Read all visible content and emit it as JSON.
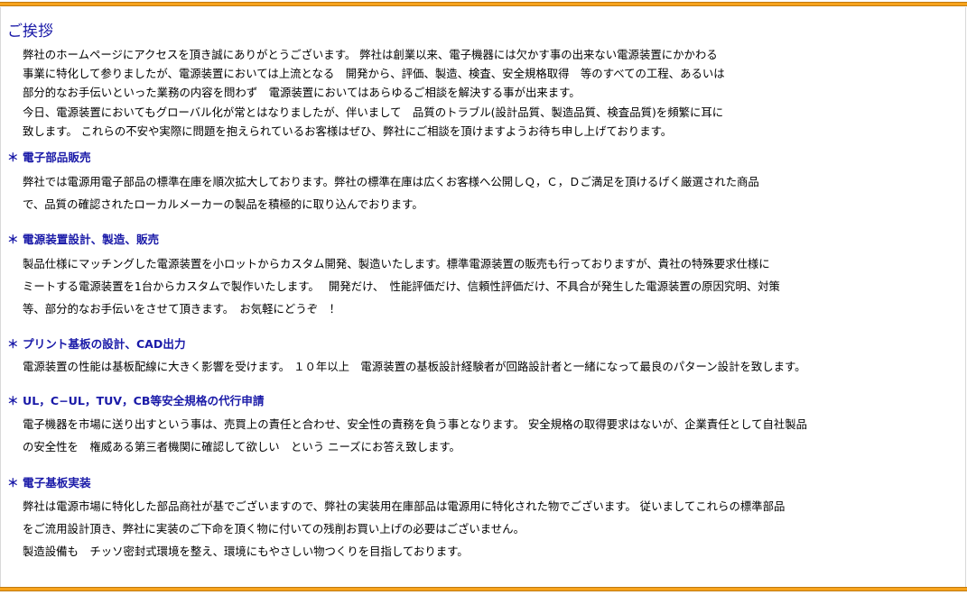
{
  "greeting": {
    "title": "ご挨拶",
    "lines": [
      "弊社のホームページにアクセスを頂き誠にありがとうございます。 弊社は創業以来、電子機器には欠かす事の出来ない電源装置にかかわる",
      "事業に特化して参りましたが、電源装置においては上流となる　開発から、評価、製造、検査、安全規格取得　等のすべての工程、あるいは",
      "部分的なお手伝いといった業務の内容を問わず　電源装置においてはあらゆるご相談を解決する事が出来ます。",
      "今日、電源装置においてもグローバル化が常とはなりましたが、伴いまして　品質のトラブル(設計品質、製造品質、検査品質)を頻繁に耳に",
      "致します。 これらの不安や実際に問題を抱えられているお客様はぜひ、弊社にご相談を頂けますようお待ち申し上げております。"
    ]
  },
  "sections": [
    {
      "marker": "＊",
      "heading": "電子部品販売",
      "lines": [
        "弊社では電源用電子部品の標準在庫を順次拡大しております。弊社の標準在庫は広くお客様へ公開しＱ，Ｃ，Ｄご満足を頂けるげく厳選された商品",
        "で、品質の確認されたローカルメーカーの製品を積極的に取り込んでおります。"
      ]
    },
    {
      "marker": "＊",
      "heading": "電源装置設計、製造、販売",
      "lines": [
        "製品仕様にマッチングした電源装置を小ロットからカスタム開発、製造いたします。標準電源装置の販売も行っておりますが、貴社の特殊要求仕様に",
        "ミートする電源装置を1台からカスタムで製作いたします。　 開発だけ、　性能評価だけ、信頼性評価だけ、不具合が発生した電源装置の原因究明、対策",
        "等、部分的なお手伝いをさせて頂きます。　お気軽にどうぞ　！"
      ]
    },
    {
      "marker": "＊",
      "heading": "プリント基板の設計、CAD出力",
      "lines": [
        "電源装置の性能は基板配線に大きく影響を受けます。 １０年以上　電源装置の基板設計経験者が回路設計者と一緒になって最良のパターン設計を致します。"
      ]
    },
    {
      "marker": "＊",
      "heading": "UL，C−UL，TUV，CB等安全規格の代行申請",
      "lines": [
        "電子機器を市場に送り出すという事は、売買上の責任と合わせ、安全性の責務を負う事となります。 安全規格の取得要求はないが、企業責任として自社製品",
        "の安全性を　権威ある第三者機関に確認して欲しい　という ニーズにお答え致します。"
      ]
    },
    {
      "marker": "＊",
      "heading": "電子基板実装",
      "lines": [
        "弊社は電源市場に特化した部品商社が基でございますので、弊社の実装用在庫部品は電源用に特化された物でございます。 従いましてこれらの標準部品",
        "をご流用設計頂き、弊社に実装のご下命を頂く物に付いての残削お買い上げの必要はございません。",
        "製造設備も　チッソ密封式環境を整え、環境にもやさしい物つくりを目指しております。"
      ]
    }
  ],
  "colors": {
    "accent_bar": "#f7a31c",
    "heading": "#1a1aa8"
  }
}
